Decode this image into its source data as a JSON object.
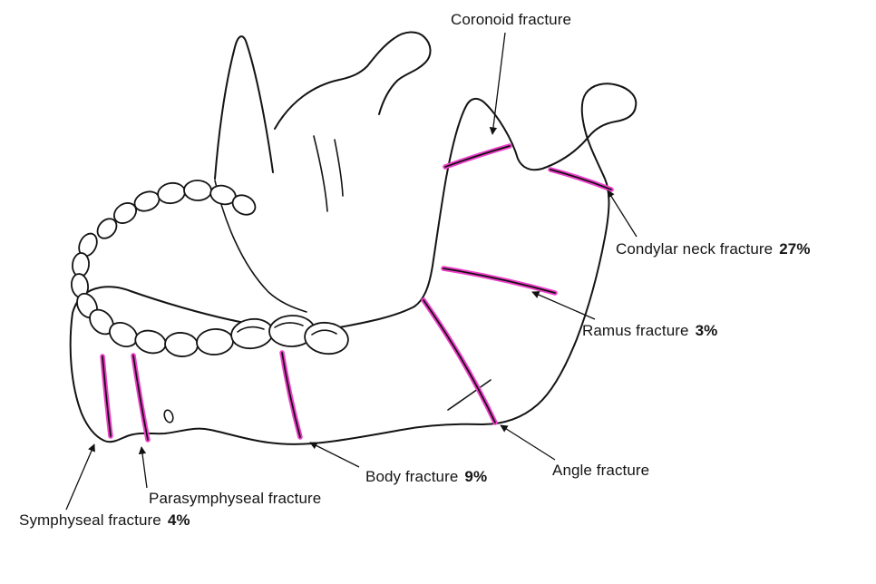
{
  "colors": {
    "fracture": "#ee3ec9",
    "outline": "#141414",
    "background": "#ffffff"
  },
  "labels": {
    "coronoid": {
      "text": "Coronoid fracture",
      "pct": ""
    },
    "condylar_neck": {
      "text": "Condylar neck fracture",
      "pct": "27%"
    },
    "ramus": {
      "text": "Ramus fracture",
      "pct": "3%"
    },
    "angle": {
      "text": "Angle fracture",
      "pct": ""
    },
    "body": {
      "text": "Body fracture",
      "pct": "9%"
    },
    "parasymphyseal": {
      "text": "Parasymphyseal fracture",
      "pct": ""
    },
    "symphyseal": {
      "text": "Symphyseal fracture",
      "pct": "4%"
    }
  }
}
